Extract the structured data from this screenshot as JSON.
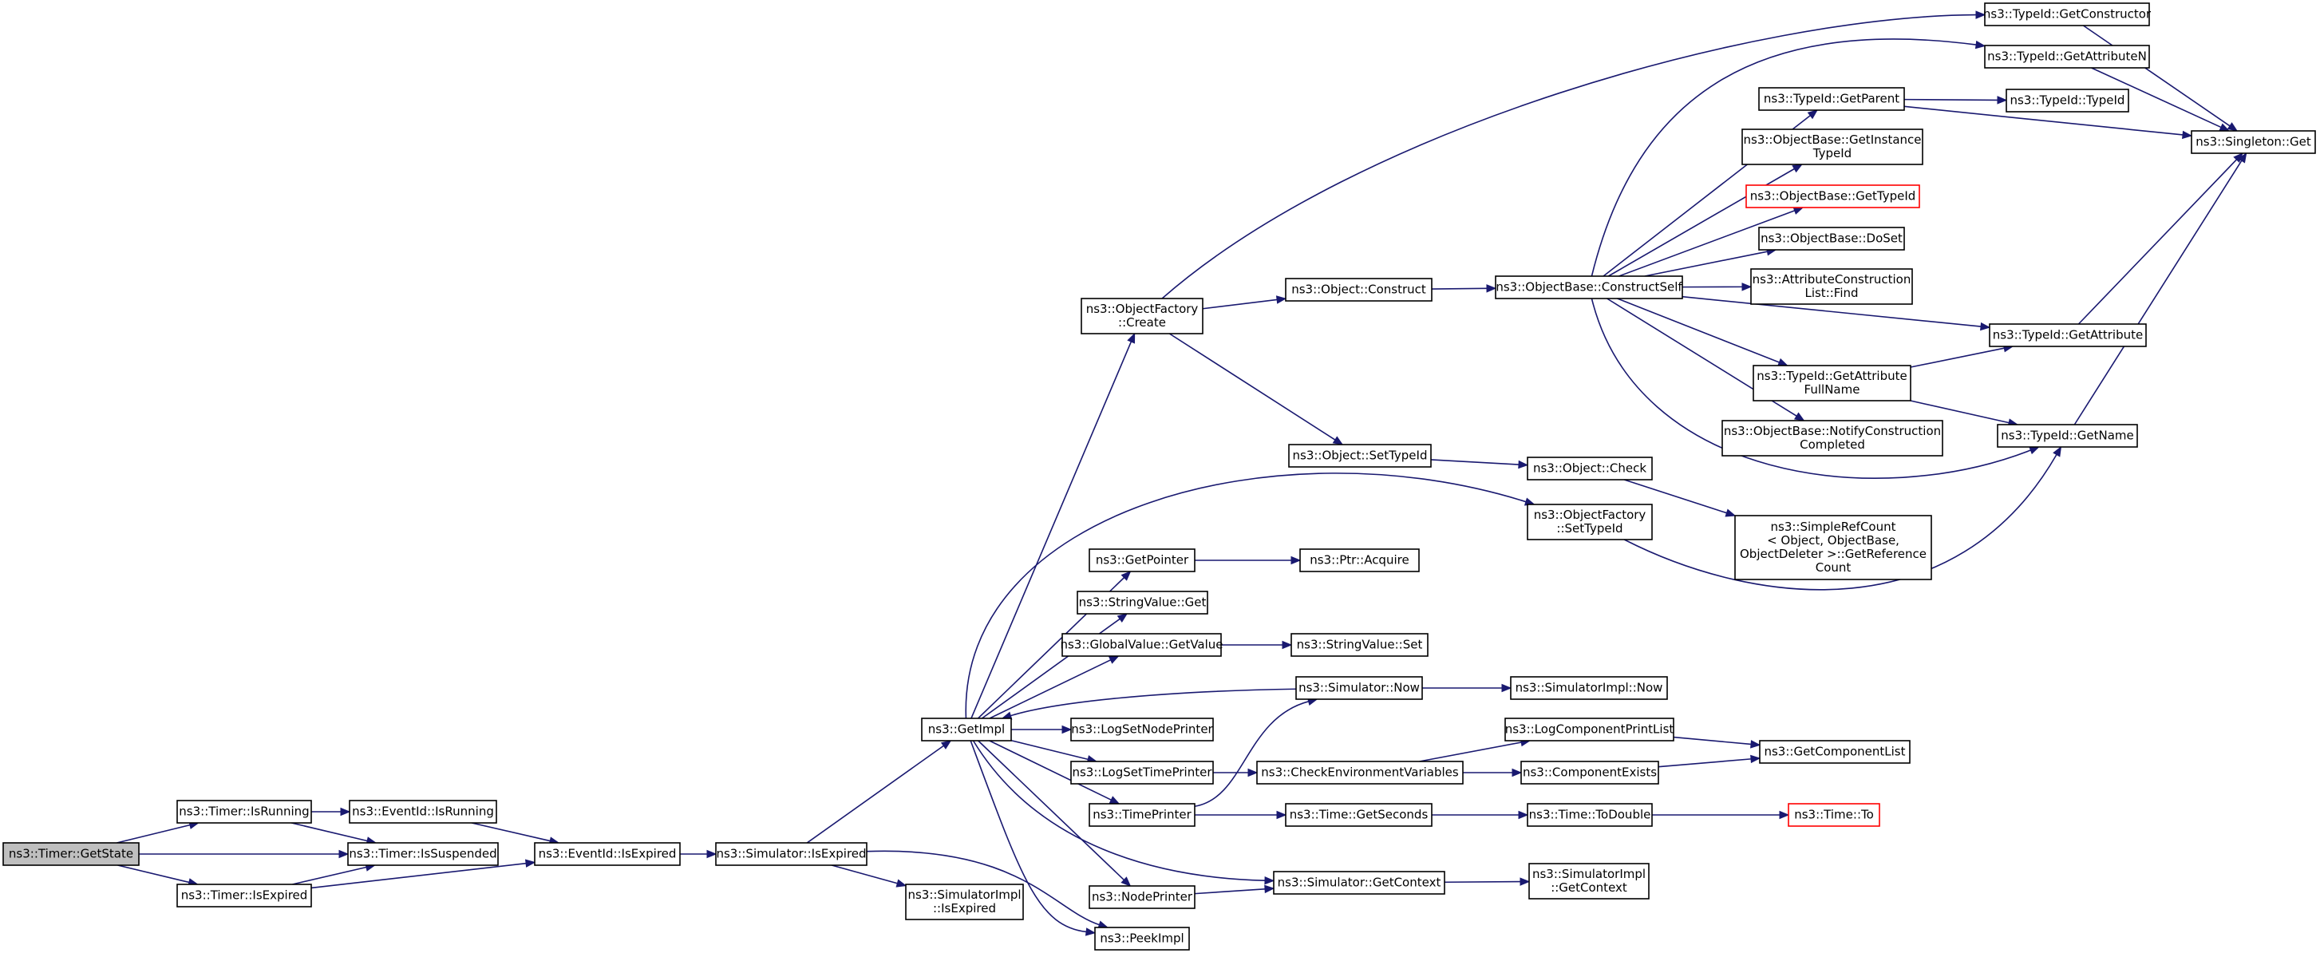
{
  "nodes": [
    {
      "id": "GetState",
      "lines": [
        "ns3::Timer::GetState"
      ],
      "style": "root"
    },
    {
      "id": "IsRunning",
      "lines": [
        "ns3::Timer::IsRunning"
      ]
    },
    {
      "id": "TIsSusp",
      "lines": [
        "ns3::Timer::IsSuspended"
      ]
    },
    {
      "id": "TIsExp",
      "lines": [
        "ns3::Timer::IsExpired"
      ]
    },
    {
      "id": "EIsRunning",
      "lines": [
        "ns3::EventId::IsRunning"
      ]
    },
    {
      "id": "EIsExp",
      "lines": [
        "ns3::EventId::IsExpired"
      ]
    },
    {
      "id": "SimIsExp",
      "lines": [
        "ns3::Simulator::IsExpired"
      ]
    },
    {
      "id": "SimImplIsExp",
      "lines": [
        "ns3::SimulatorImpl",
        "::IsExpired"
      ]
    },
    {
      "id": "GetImpl",
      "lines": [
        "ns3::GetImpl"
      ]
    },
    {
      "id": "PeekImpl",
      "lines": [
        "ns3::PeekImpl"
      ]
    },
    {
      "id": "OFCreate",
      "lines": [
        "ns3::ObjectFactory",
        "::Create"
      ]
    },
    {
      "id": "GetPointer",
      "lines": [
        "ns3::GetPointer"
      ]
    },
    {
      "id": "StrGet",
      "lines": [
        "ns3::StringValue::Get"
      ]
    },
    {
      "id": "GVGet",
      "lines": [
        "ns3::GlobalValue::GetValue"
      ]
    },
    {
      "id": "LogNode",
      "lines": [
        "ns3::LogSetNodePrinter"
      ]
    },
    {
      "id": "LogTime",
      "lines": [
        "ns3::LogSetTimePrinter"
      ]
    },
    {
      "id": "TimePrinter",
      "lines": [
        "ns3::TimePrinter"
      ]
    },
    {
      "id": "NodePrinter",
      "lines": [
        "ns3::NodePrinter"
      ]
    },
    {
      "id": "ObjConstruct",
      "lines": [
        "ns3::Object::Construct"
      ]
    },
    {
      "id": "ObjSetTypeId",
      "lines": [
        "ns3::Object::SetTypeId"
      ]
    },
    {
      "id": "PtrAcquire",
      "lines": [
        "ns3::Ptr::Acquire"
      ]
    },
    {
      "id": "StrSet",
      "lines": [
        "ns3::StringValue::Set"
      ]
    },
    {
      "id": "SimNow",
      "lines": [
        "ns3::Simulator::Now"
      ]
    },
    {
      "id": "CheckEnv",
      "lines": [
        "ns3::CheckEnvironmentVariables"
      ]
    },
    {
      "id": "TimeGetSec",
      "lines": [
        "ns3::Time::GetSeconds"
      ]
    },
    {
      "id": "SimGetCtx",
      "lines": [
        "ns3::Simulator::GetContext"
      ]
    },
    {
      "id": "OBConstructSelf",
      "lines": [
        "ns3::ObjectBase::ConstructSelf"
      ]
    },
    {
      "id": "ObjCheck",
      "lines": [
        "ns3::Object::Check"
      ]
    },
    {
      "id": "OFSetTypeId",
      "lines": [
        "ns3::ObjectFactory",
        "::SetTypeId"
      ]
    },
    {
      "id": "SimImplNow",
      "lines": [
        "ns3::SimulatorImpl::Now"
      ]
    },
    {
      "id": "LogCompPrint",
      "lines": [
        "ns3::LogComponentPrintList"
      ]
    },
    {
      "id": "CompExists",
      "lines": [
        "ns3::ComponentExists"
      ]
    },
    {
      "id": "TimeToDouble",
      "lines": [
        "ns3::Time::ToDouble"
      ]
    },
    {
      "id": "SimImplGetCtx",
      "lines": [
        "ns3::SimulatorImpl",
        "::GetContext"
      ]
    },
    {
      "id": "TIGetCtor",
      "lines": [
        "ns3::TypeId::GetConstructor"
      ]
    },
    {
      "id": "TIGetAttrN",
      "lines": [
        "ns3::TypeId::GetAttributeN"
      ]
    },
    {
      "id": "TIGetParent",
      "lines": [
        "ns3::TypeId::GetParent"
      ]
    },
    {
      "id": "OBGetInstTI",
      "lines": [
        "ns3::ObjectBase::GetInstance",
        "TypeId"
      ]
    },
    {
      "id": "OBGetTI",
      "lines": [
        "ns3::ObjectBase::GetTypeId"
      ],
      "style": "red"
    },
    {
      "id": "OBDoSet",
      "lines": [
        "ns3::ObjectBase::DoSet"
      ]
    },
    {
      "id": "ACLFind",
      "lines": [
        "ns3::AttributeConstruction",
        "List::Find"
      ]
    },
    {
      "id": "TIGetAttrFull",
      "lines": [
        "ns3::TypeId::GetAttribute",
        "FullName"
      ]
    },
    {
      "id": "OBNotify",
      "lines": [
        "ns3::ObjectBase::NotifyConstruction",
        "Completed"
      ]
    },
    {
      "id": "SRCGetRef",
      "lines": [
        "ns3::SimpleRefCount",
        "< Object, ObjectBase,",
        " ObjectDeleter >::GetReference",
        "Count"
      ]
    },
    {
      "id": "GetCompList",
      "lines": [
        "ns3::GetComponentList"
      ]
    },
    {
      "id": "TimeTo",
      "lines": [
        "ns3::Time::To"
      ],
      "style": "red"
    },
    {
      "id": "TITypeId",
      "lines": [
        "ns3::TypeId::TypeId"
      ]
    },
    {
      "id": "SingletonGet",
      "lines": [
        "ns3::Singleton::Get"
      ]
    },
    {
      "id": "TIGetAttr",
      "lines": [
        "ns3::TypeId::GetAttribute"
      ]
    },
    {
      "id": "TIGetName",
      "lines": [
        "ns3::TypeId::GetName"
      ]
    }
  ],
  "edges": [
    [
      "GetState",
      "IsRunning"
    ],
    [
      "GetState",
      "TIsSusp"
    ],
    [
      "GetState",
      "TIsExp"
    ],
    [
      "IsRunning",
      "EIsRunning"
    ],
    [
      "IsRunning",
      "TIsSusp"
    ],
    [
      "TIsExp",
      "TIsSusp"
    ],
    [
      "TIsExp",
      "EIsExp"
    ],
    [
      "EIsRunning",
      "EIsExp"
    ],
    [
      "EIsExp",
      "SimIsExp"
    ],
    [
      "SimIsExp",
      "GetImpl"
    ],
    [
      "SimIsExp",
      "SimImplIsExp"
    ],
    [
      "SimIsExp",
      "PeekImpl"
    ],
    [
      "GetImpl",
      "OFCreate"
    ],
    [
      "GetImpl",
      "OFSetTypeId"
    ],
    [
      "GetImpl",
      "GetPointer"
    ],
    [
      "GetImpl",
      "StrGet"
    ],
    [
      "GetImpl",
      "GVGet"
    ],
    [
      "GetImpl",
      "LogNode"
    ],
    [
      "GetImpl",
      "LogTime"
    ],
    [
      "GetImpl",
      "TimePrinter"
    ],
    [
      "GetImpl",
      "NodePrinter"
    ],
    [
      "GetImpl",
      "PeekImpl"
    ],
    [
      "GetImpl",
      "SimGetCtx"
    ],
    [
      "SimNow",
      "GetImpl"
    ],
    [
      "OFCreate",
      "TIGetCtor"
    ],
    [
      "OFCreate",
      "ObjConstruct"
    ],
    [
      "OFCreate",
      "ObjSetTypeId"
    ],
    [
      "ObjConstruct",
      "OBConstructSelf"
    ],
    [
      "OBConstructSelf",
      "TIGetAttrN"
    ],
    [
      "OBConstructSelf",
      "TIGetParent"
    ],
    [
      "OBConstructSelf",
      "OBGetInstTI"
    ],
    [
      "OBConstructSelf",
      "OBGetTI"
    ],
    [
      "OBConstructSelf",
      "OBDoSet"
    ],
    [
      "OBConstructSelf",
      "ACLFind"
    ],
    [
      "OBConstructSelf",
      "TIGetAttr"
    ],
    [
      "OBConstructSelf",
      "TIGetAttrFull"
    ],
    [
      "OBConstructSelf",
      "OBNotify"
    ],
    [
      "OBConstructSelf",
      "TIGetName"
    ],
    [
      "ObjSetTypeId",
      "ObjCheck"
    ],
    [
      "ObjCheck",
      "SRCGetRef"
    ],
    [
      "OFSetTypeId",
      "TIGetName"
    ],
    [
      "GetPointer",
      "PtrAcquire"
    ],
    [
      "GVGet",
      "StrSet"
    ],
    [
      "SimNow",
      "SimImplNow"
    ],
    [
      "TimePrinter",
      "SimNow"
    ],
    [
      "TimePrinter",
      "TimeGetSec"
    ],
    [
      "LogTime",
      "CheckEnv"
    ],
    [
      "CheckEnv",
      "LogCompPrint"
    ],
    [
      "CheckEnv",
      "CompExists"
    ],
    [
      "LogCompPrint",
      "GetCompList"
    ],
    [
      "CompExists",
      "GetCompList"
    ],
    [
      "TimeGetSec",
      "TimeToDouble"
    ],
    [
      "TimeToDouble",
      "TimeTo"
    ],
    [
      "NodePrinter",
      "SimGetCtx"
    ],
    [
      "SimGetCtx",
      "SimImplGetCtx"
    ],
    [
      "TIGetCtor",
      "SingletonGet"
    ],
    [
      "TIGetAttrN",
      "SingletonGet"
    ],
    [
      "TIGetParent",
      "TITypeId"
    ],
    [
      "TIGetParent",
      "SingletonGet"
    ],
    [
      "TIGetAttr",
      "SingletonGet"
    ],
    [
      "TIGetName",
      "SingletonGet"
    ],
    [
      "TIGetAttrFull",
      "TIGetAttr"
    ],
    [
      "TIGetAttrFull",
      "TIGetName"
    ]
  ],
  "colors": {
    "edge": "#191970",
    "root_fill": "#bfbfbf",
    "red_border": "#ff0000"
  }
}
